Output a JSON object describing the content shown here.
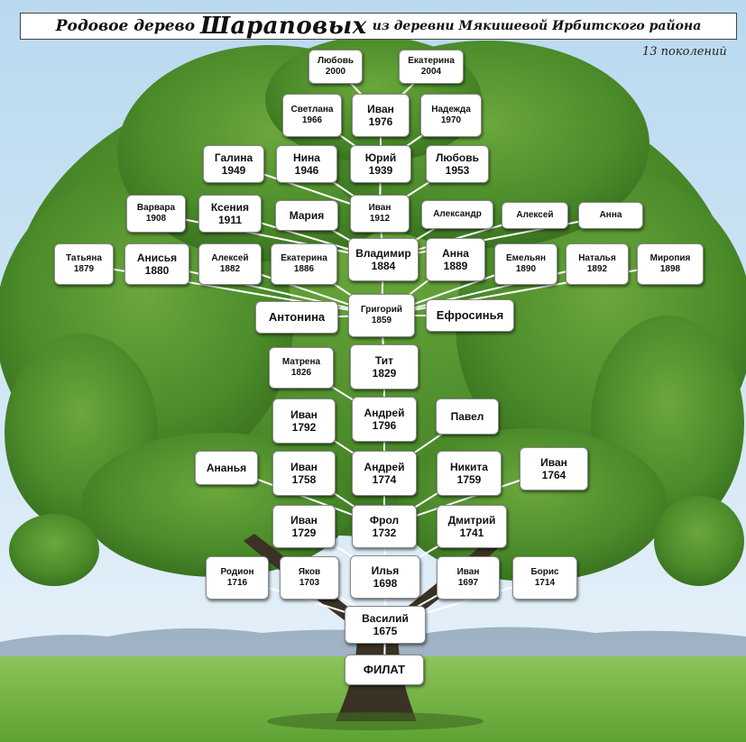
{
  "title": {
    "part1": "Родовое дерево",
    "part2": "Шараповых",
    "part3": "из деревни Мякишевой Ирбитского района"
  },
  "generations": "13 поколений",
  "colors": {
    "sky": "#cfe6f4",
    "foliage": "#4d8a2c",
    "grass": "#6fb33f",
    "trunk": "#3a3124",
    "hills": "#8aa0b4"
  },
  "nodes": [
    {
      "id": "lyubov-2000",
      "name": "Любовь",
      "year": "2000"
    },
    {
      "id": "ekaterina-2004",
      "name": "Екатерина",
      "year": "2004"
    },
    {
      "id": "svetlana-1966",
      "name": "Светлана",
      "year": "1966"
    },
    {
      "id": "ivan-1976",
      "name": "Иван",
      "year": "1976"
    },
    {
      "id": "nadezhda-1970",
      "name": "Надежда",
      "year": "1970"
    },
    {
      "id": "galina-1949",
      "name": "Галина",
      "year": "1949"
    },
    {
      "id": "nina-1946",
      "name": "Нина",
      "year": "1946"
    },
    {
      "id": "yuriy-1939",
      "name": "Юрий",
      "year": "1939"
    },
    {
      "id": "lyubov-1953",
      "name": "Любовь",
      "year": "1953"
    },
    {
      "id": "varvara-1908",
      "name": "Варвара",
      "year": "1908"
    },
    {
      "id": "kseniya-1911",
      "name": "Ксения",
      "year": "1911"
    },
    {
      "id": "mariya",
      "name": "Мария",
      "year": ""
    },
    {
      "id": "ivan-1912",
      "name": "Иван",
      "year": "1912"
    },
    {
      "id": "aleksandr",
      "name": "Александр",
      "year": ""
    },
    {
      "id": "aleksey",
      "name": "Алексей",
      "year": ""
    },
    {
      "id": "anna",
      "name": "Анна",
      "year": ""
    },
    {
      "id": "tatyana-1879",
      "name": "Татьяна",
      "year": "1879"
    },
    {
      "id": "anisya-1880",
      "name": "Анисья",
      "year": "1880"
    },
    {
      "id": "aleksey-1882",
      "name": "Алексей",
      "year": "1882"
    },
    {
      "id": "ekaterina-1886",
      "name": "Екатерина",
      "year": "1886"
    },
    {
      "id": "vladimir-1884",
      "name": "Владимир",
      "year": "1884"
    },
    {
      "id": "anna-1889",
      "name": "Анна",
      "year": "1889"
    },
    {
      "id": "emelyan-1890",
      "name": "Емельян",
      "year": "1890"
    },
    {
      "id": "natalya-1892",
      "name": "Наталья",
      "year": "1892"
    },
    {
      "id": "miropiya-1898",
      "name": "Миропия",
      "year": "1898"
    },
    {
      "id": "antonina",
      "name": "Антонина",
      "year": ""
    },
    {
      "id": "grigoriy-1859",
      "name": "Григорий",
      "year": "1859"
    },
    {
      "id": "efrosinya",
      "name": "Ефросинья",
      "year": ""
    },
    {
      "id": "matrena-1826",
      "name": "Матрена",
      "year": "1826"
    },
    {
      "id": "tit-1829",
      "name": "Тит",
      "year": "1829"
    },
    {
      "id": "ivan-1792",
      "name": "Иван",
      "year": "1792"
    },
    {
      "id": "andrey-1796",
      "name": "Андрей",
      "year": "1796"
    },
    {
      "id": "pavel",
      "name": "Павел",
      "year": ""
    },
    {
      "id": "ananya",
      "name": "Ананья",
      "year": ""
    },
    {
      "id": "ivan-1758",
      "name": "Иван",
      "year": "1758"
    },
    {
      "id": "andrey-1774",
      "name": "Андрей",
      "year": "1774"
    },
    {
      "id": "nikita-1759",
      "name": "Никита",
      "year": "1759"
    },
    {
      "id": "ivan-1764",
      "name": "Иван",
      "year": "1764"
    },
    {
      "id": "ivan-1729",
      "name": "Иван",
      "year": "1729"
    },
    {
      "id": "frol-1732",
      "name": "Фрол",
      "year": "1732"
    },
    {
      "id": "dmitriy-1741",
      "name": "Дмитрий",
      "year": "1741"
    },
    {
      "id": "rodion-1716",
      "name": "Родион",
      "year": "1716"
    },
    {
      "id": "yakov-1703",
      "name": "Яков",
      "year": "1703"
    },
    {
      "id": "ilya-1698",
      "name": "Илья",
      "year": "1698"
    },
    {
      "id": "ivan-1697",
      "name": "Иван",
      "year": "1697"
    },
    {
      "id": "boris-1714",
      "name": "Борис",
      "year": "1714"
    },
    {
      "id": "vasiliy-1675",
      "name": "Василий",
      "year": "1675"
    },
    {
      "id": "filat",
      "name": "ФИЛАТ",
      "year": ""
    }
  ],
  "edges": [
    [
      "filat",
      "vasiliy-1675"
    ],
    [
      "vasiliy-1675",
      "rodion-1716"
    ],
    [
      "vasiliy-1675",
      "yakov-1703"
    ],
    [
      "vasiliy-1675",
      "ilya-1698"
    ],
    [
      "vasiliy-1675",
      "ivan-1697"
    ],
    [
      "vasiliy-1675",
      "boris-1714"
    ],
    [
      "ilya-1698",
      "ivan-1729"
    ],
    [
      "ilya-1698",
      "frol-1732"
    ],
    [
      "ilya-1698",
      "dmitriy-1741"
    ],
    [
      "frol-1732",
      "ananya"
    ],
    [
      "frol-1732",
      "ivan-1758"
    ],
    [
      "frol-1732",
      "andrey-1774"
    ],
    [
      "frol-1732",
      "nikita-1759"
    ],
    [
      "frol-1732",
      "ivan-1764"
    ],
    [
      "andrey-1774",
      "ivan-1792"
    ],
    [
      "andrey-1774",
      "andrey-1796"
    ],
    [
      "andrey-1774",
      "pavel"
    ],
    [
      "andrey-1796",
      "tit-1829"
    ],
    [
      "andrey-1796",
      "matrena-1826"
    ],
    [
      "tit-1829",
      "grigoriy-1859"
    ],
    [
      "grigoriy-1859",
      "antonina"
    ],
    [
      "grigoriy-1859",
      "efrosinya"
    ],
    [
      "grigoriy-1859",
      "tatyana-1879"
    ],
    [
      "grigoriy-1859",
      "anisya-1880"
    ],
    [
      "grigoriy-1859",
      "aleksey-1882"
    ],
    [
      "grigoriy-1859",
      "ekaterina-1886"
    ],
    [
      "grigoriy-1859",
      "vladimir-1884"
    ],
    [
      "grigoriy-1859",
      "anna-1889"
    ],
    [
      "grigoriy-1859",
      "emelyan-1890"
    ],
    [
      "grigoriy-1859",
      "natalya-1892"
    ],
    [
      "grigoriy-1859",
      "miropiya-1898"
    ],
    [
      "vladimir-1884",
      "ivan-1912"
    ],
    [
      "vladimir-1884",
      "varvara-1908"
    ],
    [
      "vladimir-1884",
      "kseniya-1911"
    ],
    [
      "vladimir-1884",
      "mariya"
    ],
    [
      "vladimir-1884",
      "aleksandr"
    ],
    [
      "vladimir-1884",
      "aleksey"
    ],
    [
      "vladimir-1884",
      "anna"
    ],
    [
      "ivan-1912",
      "yuriy-1939"
    ],
    [
      "ivan-1912",
      "galina-1949"
    ],
    [
      "ivan-1912",
      "nina-1946"
    ],
    [
      "ivan-1912",
      "lyubov-1953"
    ],
    [
      "yuriy-1939",
      "ivan-1976"
    ],
    [
      "yuriy-1939",
      "svetlana-1966"
    ],
    [
      "yuriy-1939",
      "nadezhda-1970"
    ],
    [
      "ivan-1976",
      "lyubov-2000"
    ],
    [
      "ivan-1976",
      "ekaterina-2004"
    ]
  ]
}
